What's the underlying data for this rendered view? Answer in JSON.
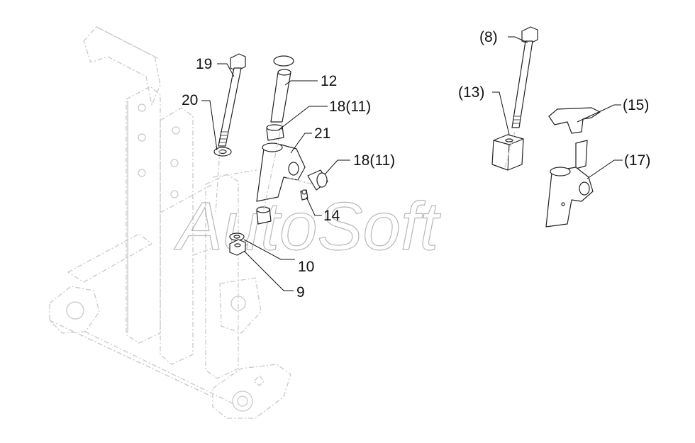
{
  "diagram": {
    "labels": {
      "p19": "19",
      "p20": "20",
      "p12": "12",
      "p18a": "18(11)",
      "p21": "21",
      "p18b": "18(11)",
      "p14": "14",
      "p10": "10",
      "p9": "9",
      "p8": "(8)",
      "p13": "(13)",
      "p15": "(15)",
      "p17": "(17)"
    },
    "watermark": "AutoSoft"
  }
}
